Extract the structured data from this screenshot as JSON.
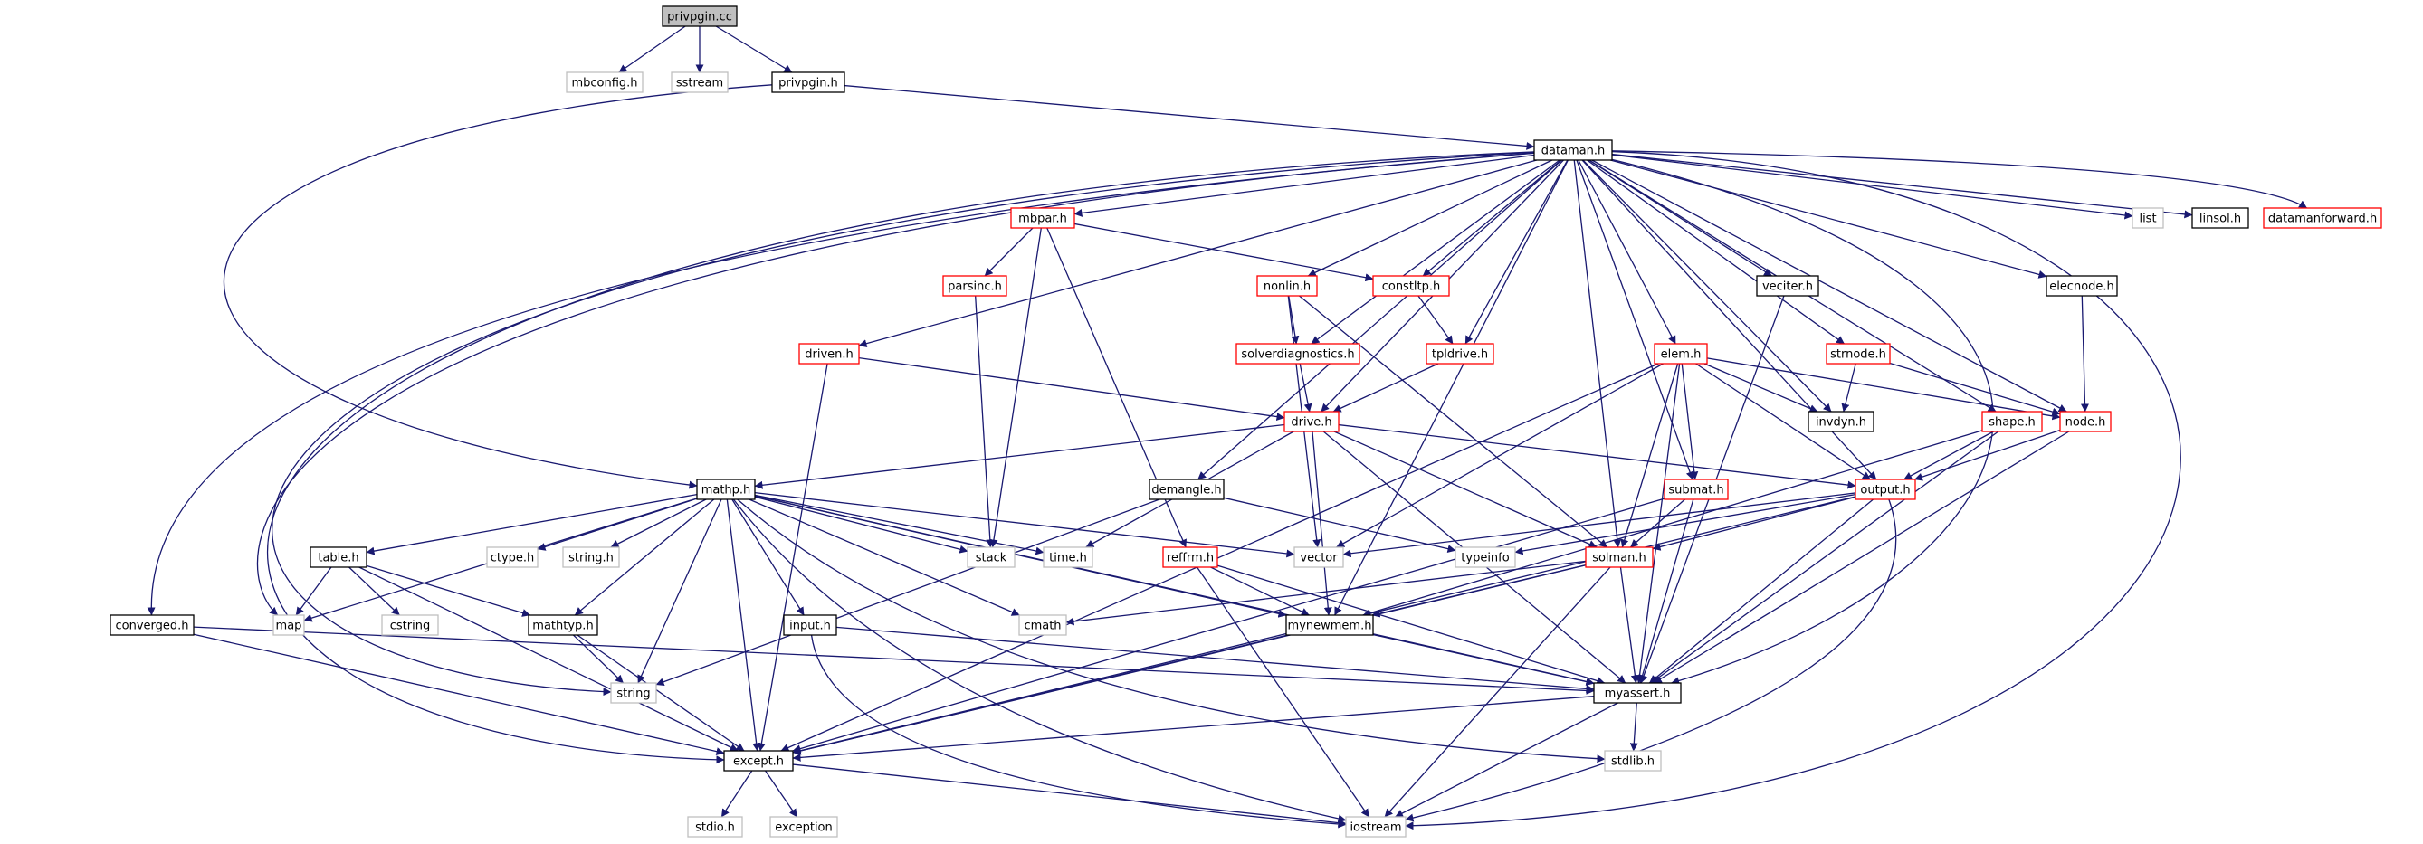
{
  "colors": {
    "edge": "#191970",
    "node_regular": "#000000",
    "node_truncated": "#ff0000",
    "node_external": "#bfbfbf",
    "node_root_fill": "#bfbfbf",
    "label": "#000000"
  },
  "nodes": [
    {
      "id": "privpgin_cc",
      "label": "privpgin.cc",
      "kind": "root"
    },
    {
      "id": "mbconfig_h",
      "label": "mbconfig.h",
      "kind": "external"
    },
    {
      "id": "sstream",
      "label": "sstream",
      "kind": "external"
    },
    {
      "id": "privpgin_h",
      "label": "privpgin.h",
      "kind": "regular"
    },
    {
      "id": "dataman_h",
      "label": "dataman.h",
      "kind": "regular"
    },
    {
      "id": "list",
      "label": "list",
      "kind": "external"
    },
    {
      "id": "linsol_h",
      "label": "linsol.h",
      "kind": "regular"
    },
    {
      "id": "datamanforward_h",
      "label": "datamanforward.h",
      "kind": "truncated"
    },
    {
      "id": "mbpar_h",
      "label": "mbpar.h",
      "kind": "truncated"
    },
    {
      "id": "nonlin_h",
      "label": "nonlin.h",
      "kind": "truncated"
    },
    {
      "id": "constltp_h",
      "label": "constltp.h",
      "kind": "truncated"
    },
    {
      "id": "veciter_h",
      "label": "veciter.h",
      "kind": "regular"
    },
    {
      "id": "elecnode_h",
      "label": "elecnode.h",
      "kind": "regular"
    },
    {
      "id": "parsinc_h",
      "label": "parsinc.h",
      "kind": "truncated"
    },
    {
      "id": "driven_h",
      "label": "driven.h",
      "kind": "truncated"
    },
    {
      "id": "solverdiagnostics_h",
      "label": "solverdiagnostics.h",
      "kind": "truncated"
    },
    {
      "id": "tpldrive_h",
      "label": "tpldrive.h",
      "kind": "truncated"
    },
    {
      "id": "elem_h",
      "label": "elem.h",
      "kind": "truncated"
    },
    {
      "id": "strnode_h",
      "label": "strnode.h",
      "kind": "truncated"
    },
    {
      "id": "invdyn_h",
      "label": "invdyn.h",
      "kind": "regular"
    },
    {
      "id": "drive_h",
      "label": "drive.h",
      "kind": "truncated"
    },
    {
      "id": "shape_h",
      "label": "shape.h",
      "kind": "truncated"
    },
    {
      "id": "node_h",
      "label": "node.h",
      "kind": "truncated"
    },
    {
      "id": "mathp_h",
      "label": "mathp.h",
      "kind": "regular"
    },
    {
      "id": "demangle_h",
      "label": "demangle.h",
      "kind": "regular"
    },
    {
      "id": "submat_h",
      "label": "submat.h",
      "kind": "truncated"
    },
    {
      "id": "output_h",
      "label": "output.h",
      "kind": "truncated"
    },
    {
      "id": "table_h",
      "label": "table.h",
      "kind": "regular"
    },
    {
      "id": "ctype_h",
      "label": "ctype.h",
      "kind": "external"
    },
    {
      "id": "string_h",
      "label": "string.h",
      "kind": "external"
    },
    {
      "id": "stack",
      "label": "stack",
      "kind": "external"
    },
    {
      "id": "time_h",
      "label": "time.h",
      "kind": "external"
    },
    {
      "id": "vector",
      "label": "vector",
      "kind": "external"
    },
    {
      "id": "typeinfo",
      "label": "typeinfo",
      "kind": "external"
    },
    {
      "id": "solman_h",
      "label": "solman.h",
      "kind": "truncated"
    },
    {
      "id": "reffrm_h",
      "label": "reffrm.h",
      "kind": "truncated"
    },
    {
      "id": "map",
      "label": "map",
      "kind": "external"
    },
    {
      "id": "cstring",
      "label": "cstring",
      "kind": "external"
    },
    {
      "id": "converged_h",
      "label": "converged.h",
      "kind": "regular"
    },
    {
      "id": "mathtyp_h",
      "label": "mathtyp.h",
      "kind": "regular"
    },
    {
      "id": "input_h",
      "label": "input.h",
      "kind": "regular"
    },
    {
      "id": "cmath",
      "label": "cmath",
      "kind": "external"
    },
    {
      "id": "mynewmem_h",
      "label": "mynewmem.h",
      "kind": "regular"
    },
    {
      "id": "string",
      "label": "string",
      "kind": "external"
    },
    {
      "id": "myassert_h",
      "label": "myassert.h",
      "kind": "regular"
    },
    {
      "id": "except_h",
      "label": "except.h",
      "kind": "regular"
    },
    {
      "id": "stdlib_h",
      "label": "stdlib.h",
      "kind": "external"
    },
    {
      "id": "stdio_h",
      "label": "stdio.h",
      "kind": "external"
    },
    {
      "id": "exception",
      "label": "exception",
      "kind": "external"
    },
    {
      "id": "iostream",
      "label": "iostream",
      "kind": "external"
    }
  ],
  "edges": [
    [
      "privpgin_cc",
      "mbconfig_h"
    ],
    [
      "privpgin_cc",
      "sstream"
    ],
    [
      "privpgin_cc",
      "privpgin_h"
    ],
    [
      "privpgin_h",
      "dataman_h"
    ],
    [
      "privpgin_h",
      "mathp_h"
    ],
    [
      "dataman_h",
      "list"
    ],
    [
      "dataman_h",
      "linsol_h"
    ],
    [
      "dataman_h",
      "datamanforward_h"
    ],
    [
      "dataman_h",
      "mbpar_h"
    ],
    [
      "dataman_h",
      "nonlin_h"
    ],
    [
      "dataman_h",
      "constltp_h"
    ],
    [
      "dataman_h",
      "veciter_h"
    ],
    [
      "dataman_h",
      "elecnode_h"
    ],
    [
      "dataman_h",
      "solverdiagnostics_h"
    ],
    [
      "dataman_h",
      "tpldrive_h"
    ],
    [
      "dataman_h",
      "driven_h"
    ],
    [
      "dataman_h",
      "elem_h"
    ],
    [
      "dataman_h",
      "strnode_h"
    ],
    [
      "dataman_h",
      "invdyn_h"
    ],
    [
      "dataman_h",
      "drive_h"
    ],
    [
      "dataman_h",
      "shape_h"
    ],
    [
      "dataman_h",
      "node_h"
    ],
    [
      "dataman_h",
      "demangle_h"
    ],
    [
      "dataman_h",
      "submat_h"
    ],
    [
      "dataman_h",
      "output_h"
    ],
    [
      "dataman_h",
      "solman_h"
    ],
    [
      "dataman_h",
      "mynewmem_h"
    ],
    [
      "dataman_h",
      "myassert_h"
    ],
    [
      "dataman_h",
      "map"
    ],
    [
      "dataman_h",
      "converged_h"
    ],
    [
      "dataman_h",
      "string"
    ],
    [
      "dataman_h",
      "except_h"
    ],
    [
      "dataman_h",
      "iostream"
    ],
    [
      "mbpar_h",
      "parsinc_h"
    ],
    [
      "mbpar_h",
      "constltp_h"
    ],
    [
      "mbpar_h",
      "stack"
    ],
    [
      "mbpar_h",
      "reffrm_h"
    ],
    [
      "parsinc_h",
      "stack"
    ],
    [
      "nonlin_h",
      "solverdiagnostics_h"
    ],
    [
      "nonlin_h",
      "vector"
    ],
    [
      "nonlin_h",
      "solman_h"
    ],
    [
      "constltp_h",
      "tpldrive_h"
    ],
    [
      "solverdiagnostics_h",
      "drive_h"
    ],
    [
      "tpldrive_h",
      "drive_h"
    ],
    [
      "driven_h",
      "drive_h"
    ],
    [
      "driven_h",
      "except_h"
    ],
    [
      "veciter_h",
      "myassert_h"
    ],
    [
      "elecnode_h",
      "node_h"
    ],
    [
      "strnode_h",
      "invdyn_h"
    ],
    [
      "strnode_h",
      "node_h"
    ],
    [
      "elem_h",
      "invdyn_h"
    ],
    [
      "elem_h",
      "node_h"
    ],
    [
      "elem_h",
      "submat_h"
    ],
    [
      "elem_h",
      "output_h"
    ],
    [
      "elem_h",
      "vector"
    ],
    [
      "elem_h",
      "solman_h"
    ],
    [
      "elem_h",
      "myassert_h"
    ],
    [
      "elem_h",
      "except_h"
    ],
    [
      "drive_h",
      "mathp_h"
    ],
    [
      "drive_h",
      "output_h"
    ],
    [
      "drive_h",
      "time_h"
    ],
    [
      "drive_h",
      "solman_h"
    ],
    [
      "drive_h",
      "mynewmem_h"
    ],
    [
      "drive_h",
      "myassert_h"
    ],
    [
      "shape_h",
      "output_h"
    ],
    [
      "shape_h",
      "mynewmem_h"
    ],
    [
      "shape_h",
      "myassert_h"
    ],
    [
      "node_h",
      "output_h"
    ],
    [
      "node_h",
      "myassert_h"
    ],
    [
      "demangle_h",
      "typeinfo"
    ],
    [
      "demangle_h",
      "string"
    ],
    [
      "submat_h",
      "solman_h"
    ],
    [
      "submat_h",
      "myassert_h"
    ],
    [
      "submat_h",
      "except_h"
    ],
    [
      "output_h",
      "vector"
    ],
    [
      "output_h",
      "typeinfo"
    ],
    [
      "output_h",
      "solman_h"
    ],
    [
      "output_h",
      "myassert_h"
    ],
    [
      "output_h",
      "except_h"
    ],
    [
      "output_h",
      "iostream"
    ],
    [
      "mathp_h",
      "table_h"
    ],
    [
      "mathp_h",
      "ctype_h"
    ],
    [
      "mathp_h",
      "string_h"
    ],
    [
      "mathp_h",
      "stack"
    ],
    [
      "mathp_h",
      "time_h"
    ],
    [
      "mathp_h",
      "vector"
    ],
    [
      "mathp_h",
      "map"
    ],
    [
      "mathp_h",
      "mathtyp_h"
    ],
    [
      "mathp_h",
      "input_h"
    ],
    [
      "mathp_h",
      "cmath"
    ],
    [
      "mathp_h",
      "mynewmem_h"
    ],
    [
      "mathp_h",
      "string"
    ],
    [
      "mathp_h",
      "myassert_h"
    ],
    [
      "mathp_h",
      "except_h"
    ],
    [
      "mathp_h",
      "stdlib_h"
    ],
    [
      "mathp_h",
      "iostream"
    ],
    [
      "table_h",
      "map"
    ],
    [
      "table_h",
      "cstring"
    ],
    [
      "table_h",
      "mathtyp_h"
    ],
    [
      "table_h",
      "except_h"
    ],
    [
      "converged_h",
      "myassert_h"
    ],
    [
      "converged_h",
      "except_h"
    ],
    [
      "mathtyp_h",
      "string"
    ],
    [
      "mathtyp_h",
      "except_h"
    ],
    [
      "input_h",
      "myassert_h"
    ],
    [
      "input_h",
      "iostream"
    ],
    [
      "reffrm_h",
      "mynewmem_h"
    ],
    [
      "reffrm_h",
      "myassert_h"
    ],
    [
      "reffrm_h",
      "iostream"
    ],
    [
      "solman_h",
      "cmath"
    ],
    [
      "solman_h",
      "mynewmem_h"
    ],
    [
      "solman_h",
      "myassert_h"
    ],
    [
      "solman_h",
      "except_h"
    ],
    [
      "solman_h",
      "iostream"
    ],
    [
      "mynewmem_h",
      "myassert_h"
    ],
    [
      "mynewmem_h",
      "except_h"
    ],
    [
      "myassert_h",
      "except_h"
    ],
    [
      "myassert_h",
      "stdlib_h"
    ],
    [
      "myassert_h",
      "iostream"
    ],
    [
      "except_h",
      "stdio_h"
    ],
    [
      "except_h",
      "exception"
    ],
    [
      "except_h",
      "iostream"
    ]
  ]
}
